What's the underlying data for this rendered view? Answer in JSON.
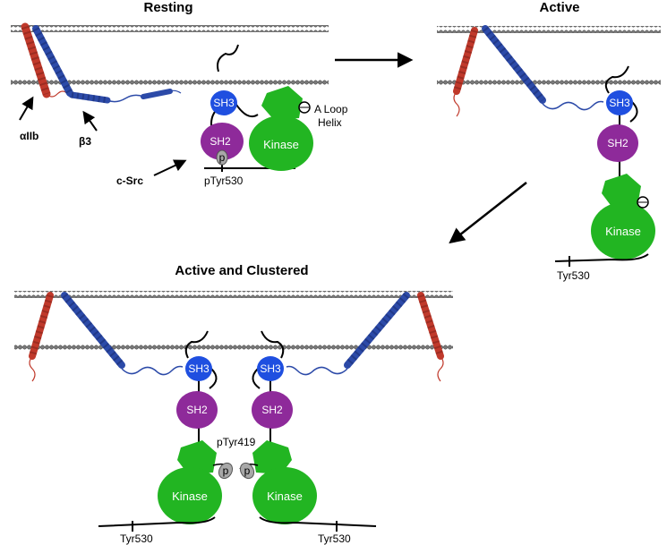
{
  "panels": {
    "resting": {
      "title": "Resting",
      "alpha_label": "αIIb",
      "beta_label": "β3",
      "csrc_label": "c-Src",
      "ptyr_label": "pTyr530",
      "aloop_line1": "A Loop",
      "aloop_line2": "Helix"
    },
    "active": {
      "title": "Active",
      "tyr_label": "Tyr530"
    },
    "clustered": {
      "title": "Active and Clustered",
      "ptyr419_label": "pTyr419",
      "tyr_left": "Tyr530",
      "tyr_right": "Tyr530"
    }
  },
  "domains": {
    "sh3": "SH3",
    "sh2": "SH2",
    "kinase": "Kinase",
    "phospho": "p"
  },
  "colors": {
    "alpha_helix": "#c0392b",
    "beta_helix": "#2c4aa8",
    "sh3": "#1f4fe0",
    "sh2": "#8e2a9a",
    "kinase": "#22b522",
    "phospho": "#a8a8a8",
    "membrane": "#555555"
  }
}
